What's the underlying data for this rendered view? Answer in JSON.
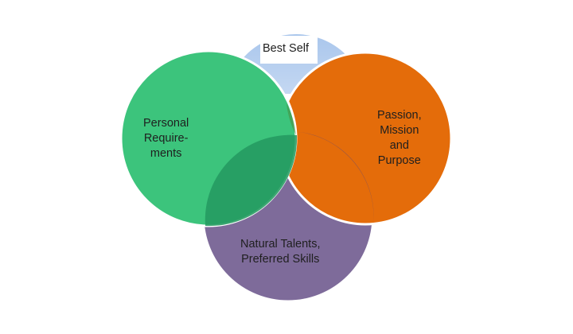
{
  "diagram": {
    "circles": [
      {
        "id": "best-self",
        "label_lines": [
          "Best Self"
        ],
        "fill": "#9dc3e6",
        "stroke": "#ffffff"
      },
      {
        "id": "personal",
        "label_lines": [
          "Personal",
          "Require-",
          "ments"
        ],
        "fill": "#3cc47c",
        "stroke": "#ffffff"
      },
      {
        "id": "passion",
        "label_lines": [
          "Passion,",
          "Mission",
          "and",
          "Purpose"
        ],
        "fill": "#e46c0a",
        "stroke": "#ffffff"
      },
      {
        "id": "talents",
        "label_lines": [
          "Natural Talents,",
          "Preferred Skills"
        ],
        "fill": "#7e6b9a",
        "stroke": "#ffffff"
      }
    ]
  }
}
